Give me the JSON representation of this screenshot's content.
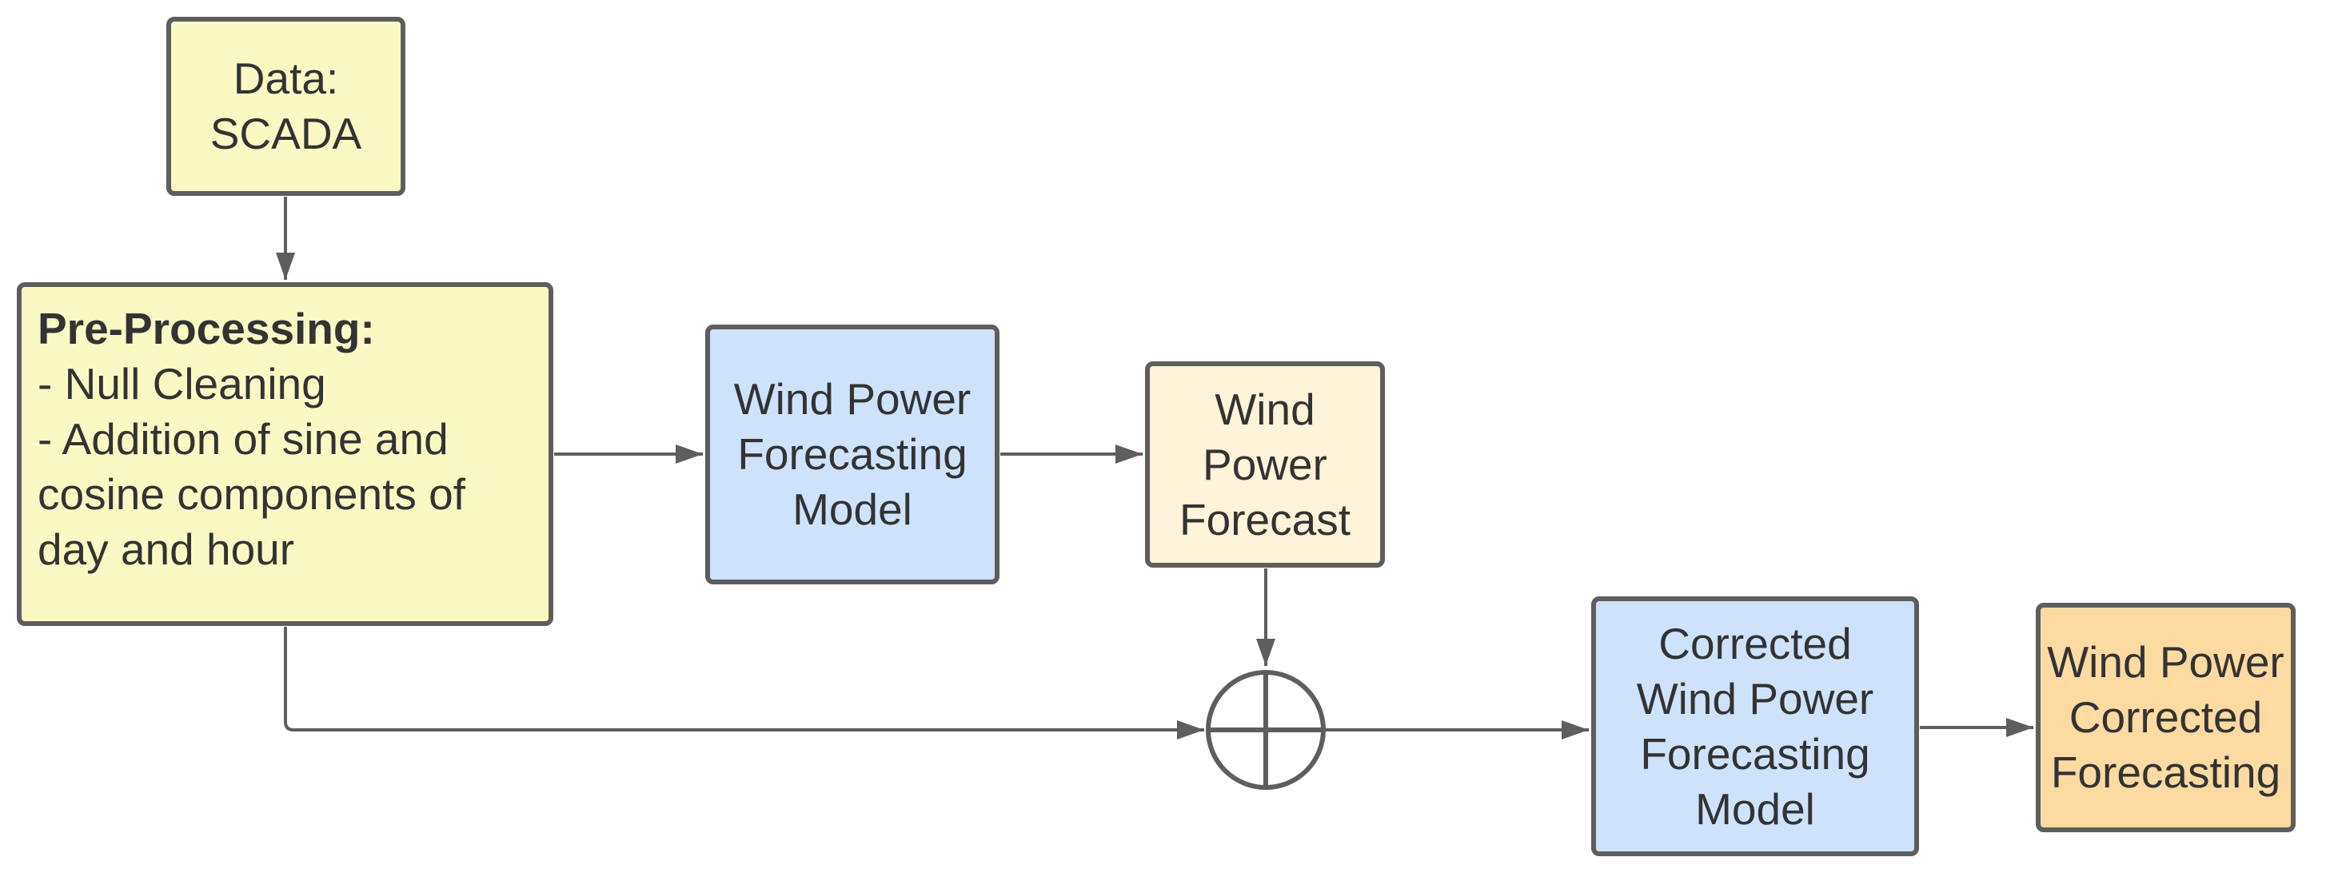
{
  "colors": {
    "data_fill": "#faf9c4",
    "model_fill": "#cfe2fb",
    "forecast_fill": "#fff3d9",
    "output_fill": "#fcdaa1",
    "stroke": "#5e5e5e",
    "text": "#333333"
  },
  "nodes": {
    "scada": {
      "lines": [
        "Data:",
        "SCADA"
      ]
    },
    "preprocessing": {
      "heading": "Pre-Processing:",
      "lines": [
        "- Null Cleaning",
        "- Addition of sine and",
        "cosine components of",
        "day and hour"
      ]
    },
    "wpf_model": {
      "lines": [
        "Wind Power",
        "Forecasting",
        "Model"
      ]
    },
    "wp_forecast": {
      "lines": [
        "Wind",
        "Power",
        "Forecast"
      ]
    },
    "summing_junction": {
      "symbol": "sum-junction-icon"
    },
    "corrected_model": {
      "lines": [
        "Corrected",
        "Wind Power",
        "Forecasting",
        "Model"
      ]
    },
    "corrected_forecast": {
      "lines": [
        "Wind Power",
        "Corrected",
        "Forecasting"
      ]
    }
  },
  "edges": [
    {
      "from": "scada",
      "to": "preprocessing"
    },
    {
      "from": "preprocessing",
      "to": "wpf_model"
    },
    {
      "from": "wpf_model",
      "to": "wp_forecast"
    },
    {
      "from": "wp_forecast",
      "to": "summing_junction"
    },
    {
      "from": "preprocessing",
      "to": "summing_junction"
    },
    {
      "from": "summing_junction",
      "to": "corrected_model"
    },
    {
      "from": "corrected_model",
      "to": "corrected_forecast"
    }
  ]
}
